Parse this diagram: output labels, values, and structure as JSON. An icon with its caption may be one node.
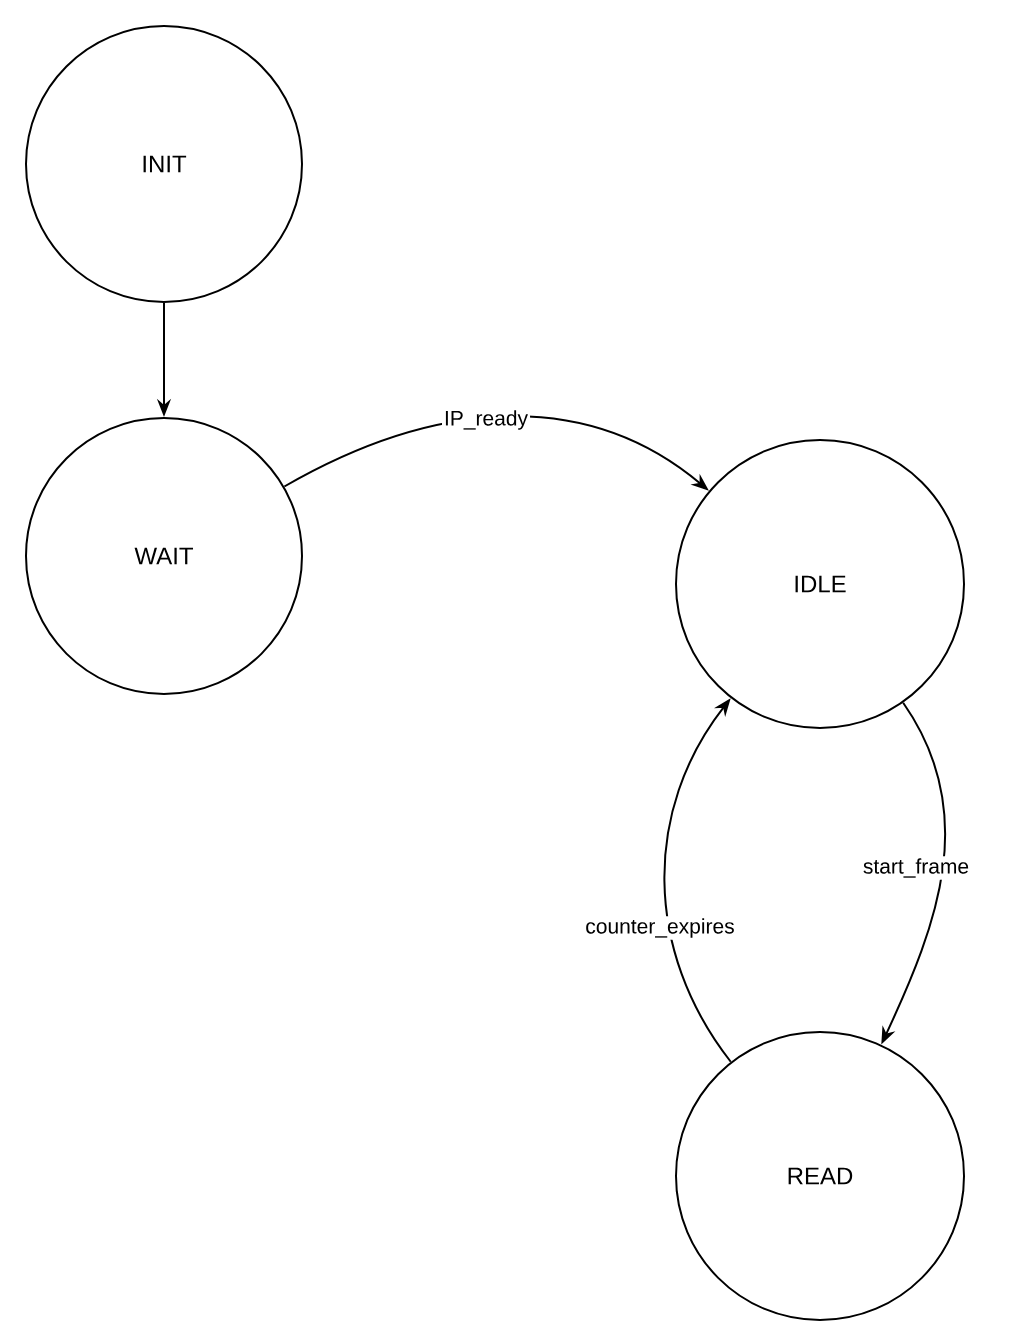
{
  "diagram": {
    "nodes": [
      {
        "text": [
          "INIT"
        ]
      },
      {
        "text": [
          "WAIT"
        ]
      },
      {
        "text": [
          "IDLE"
        ]
      },
      {
        "text": [
          "READ"
        ]
      }
    ],
    "edges": [
      {
        "from": 0,
        "to": 1,
        "arrow": "to"
      },
      {
        "from": 1,
        "to": 2,
        "arrow": "to",
        "label": "IP_ready"
      },
      {
        "from": 2,
        "to": 3,
        "arrow": "to",
        "label": "start_frame"
      },
      {
        "from": 3,
        "to": 2,
        "arrow": "to",
        "label": "counter_expires"
      }
    ]
  }
}
